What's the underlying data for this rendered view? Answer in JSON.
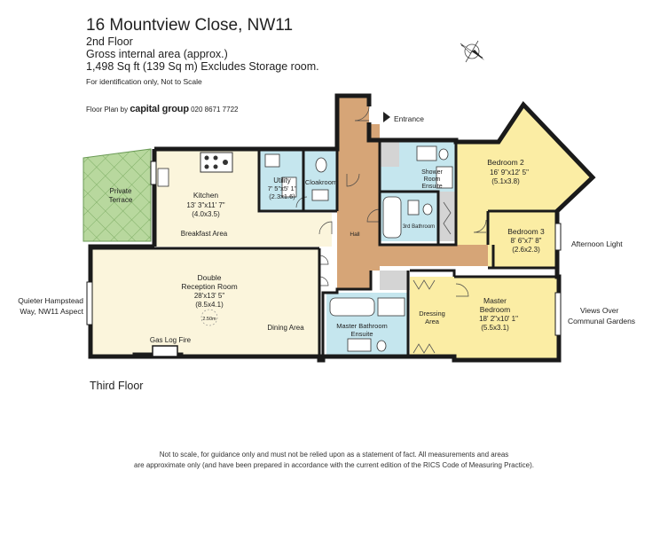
{
  "header": {
    "title": "16 Mountview Close, NW11",
    "floor": "2nd Floor",
    "area_label": "Gross internal area (approx.)",
    "area_value": "1,498 Sq ft (139 Sq m) Excludes Storage room.",
    "note": "For identification only, Not to Scale"
  },
  "credit": {
    "prefix": "Floor Plan by",
    "brand": "capital group",
    "phone": "020 8671 7722"
  },
  "rooms": {
    "terrace": [
      "Private",
      "Terrace"
    ],
    "kitchen": {
      "name": "Kitchen",
      "imperial": "13' 3\"x11' 7\"",
      "metric": "(4.0x3.5)"
    },
    "breakfast": "Breakfast Area",
    "utility": {
      "name": "Utility",
      "imperial": "7' 5\"x5' 1\"",
      "metric": "(2.3x1.6)"
    },
    "cloakroom": "Cloakroom",
    "shower": [
      "Shower",
      "Room",
      "Ensuite"
    ],
    "third_bath": "3rd Bathroom",
    "hall": "Hall",
    "bedroom2": {
      "name": "Bedroom 2",
      "imperial": "16' 9\"x12' 5\"",
      "metric": "(5.1x3.8)"
    },
    "bedroom3": {
      "name": "Bedroom 3",
      "imperial": "8' 6\"x7' 8\"",
      "metric": "(2.6x2.3)"
    },
    "reception": {
      "name": [
        "Double",
        "Reception Room"
      ],
      "imperial": "28'x13' 5\"",
      "metric": "(8.5x4.1)"
    },
    "ceiling": "2.50m",
    "fire": "Gas Log Fire",
    "dining": "Dining Area",
    "master_bath": [
      "Master Bathroom",
      "Ensuite"
    ],
    "dressing": [
      "Dressing",
      "Area"
    ],
    "master": {
      "name": [
        "Master",
        "Bedroom"
      ],
      "imperial": "18' 2\"x10' 1\"",
      "metric": "(5.5x3.1)"
    }
  },
  "annotations": {
    "entrance": "Entrance",
    "afternoon": "Afternoon Light",
    "views": [
      "Views Over",
      "Communal Gardens"
    ],
    "quieter": [
      "Quieter Hampstead",
      "Way, NW11 Aspect"
    ]
  },
  "floor_label": "Third Floor",
  "disclaimer": [
    "Not to scale, for guidance only and must not be relied upon as a statement of fact.  All measurements and areas",
    "are approximate only (and have been prepared in accordance with the current edition of the RICS Code of Measuring Practice)."
  ],
  "colors": {
    "living": "#fbf5dc",
    "bedroom": "#fbeda4",
    "wet": "#c5e6ee",
    "hall": "#d6a577",
    "storage": "#d4d4d4",
    "terrace": "#b8d89e",
    "wall": "#1a1a1a"
  }
}
